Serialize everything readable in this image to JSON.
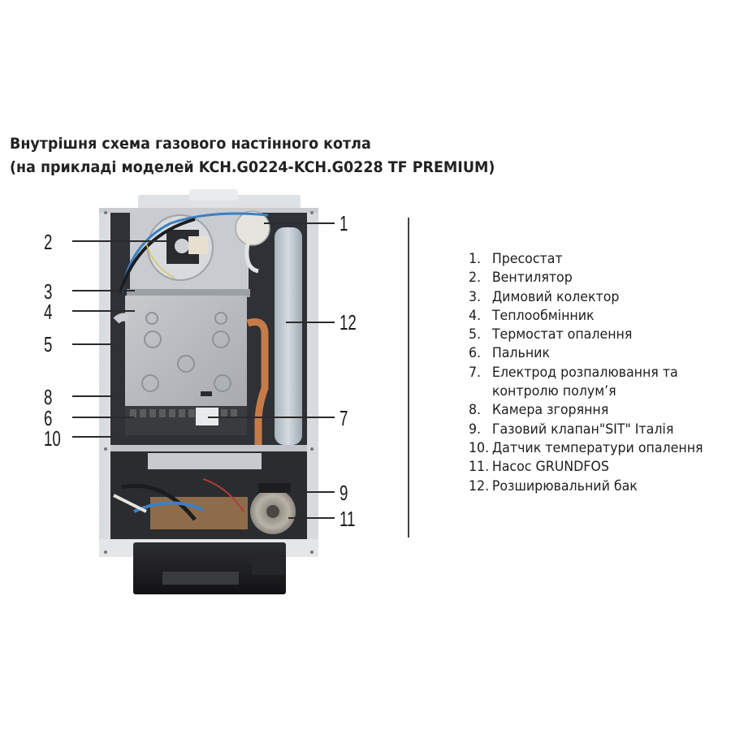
{
  "title": {
    "line1": "Внутрішня схема газового настінного котла",
    "line2": "(на прикладі моделей KCH.G0224-KCH.G0228 TF PREMIUM)"
  },
  "callouts": {
    "c1": "1",
    "c2": "2",
    "c3": "3",
    "c4": "4",
    "c5": "5",
    "c6": "6",
    "c7": "7",
    "c8": "8",
    "c9": "9",
    "c10": "10",
    "c11": "11",
    "c12": "12"
  },
  "legend": {
    "items": [
      {
        "num": "1.",
        "text": "Пресостат"
      },
      {
        "num": "2.",
        "text": "Вентилятор"
      },
      {
        "num": "3.",
        "text": "Димовий колектор"
      },
      {
        "num": "4.",
        "text": "Теплообмінник"
      },
      {
        "num": "5.",
        "text": "Термостат опалення"
      },
      {
        "num": "6.",
        "text": "Пальник"
      },
      {
        "num": "7.",
        "text": "Електрод розпалювання та",
        "cont": "контролю полум’я"
      },
      {
        "num": "8.",
        "text": "Камера згоряння"
      },
      {
        "num": "9.",
        "text": "Газовий клапан\"SIT\" Італія"
      },
      {
        "num": "10.",
        "text": "Датчик температури опалення"
      },
      {
        "num": "11.",
        "text": "Насос GRUNDFOS"
      },
      {
        "num": "12.",
        "text": "Розширювальний бак"
      }
    ]
  },
  "colors": {
    "frame_white": "#e8eaec",
    "inner_dark": "#2b2e33",
    "heat_exchanger": "#b4b8bc",
    "copper": "#b86a3a",
    "expansion_tank": "#b9c3cc",
    "fan_housing": "#cfd3d6",
    "cable_blue": "#3d7fc2",
    "control_box": "#1c1c1e"
  }
}
